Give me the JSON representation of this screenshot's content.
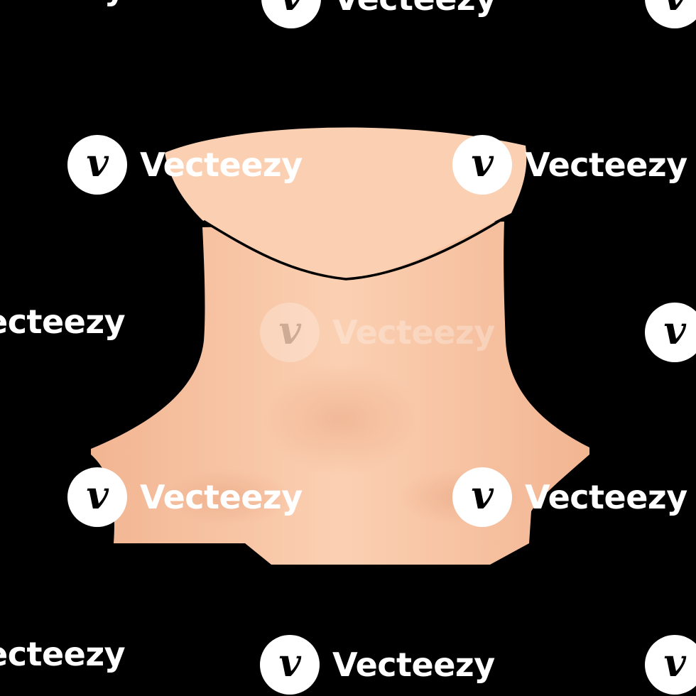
{
  "watermark": {
    "logo_glyph": "v",
    "brand": "Vecteezy",
    "partial": "ecteezy",
    "color": "#ffffff"
  },
  "illustration": {
    "subject": "neck-and-shoulders",
    "skin_color": "#f9c8a8",
    "skin_shadow": "#eeae8c",
    "outline_color": "#000000",
    "background": "#000000"
  }
}
